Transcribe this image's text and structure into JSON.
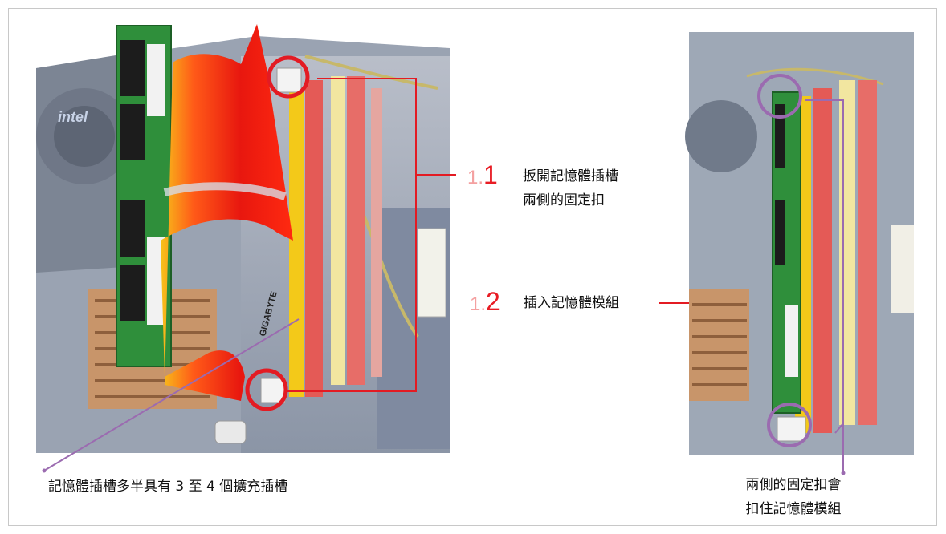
{
  "steps": [
    {
      "major": "1.",
      "minor": "1",
      "line1": "扳開記憶體插槽",
      "line2": "兩側的固定扣"
    },
    {
      "major": "1.",
      "minor": "2",
      "line1": "插入記憶體模組"
    }
  ],
  "callouts": {
    "slots_note": "記憶體插槽多半具有 3 至 4 個擴充插槽",
    "clips_line1": "兩側的固定扣會",
    "clips_line2": "扣住記憶體模組"
  },
  "photo_labels": {
    "cpu_fan_brand": "intel",
    "board_brand": "GIGABYTE"
  },
  "colors": {
    "red_marker": "#e31b23",
    "purple_marker": "#9b6bb0",
    "step_major": "#f4a0a0",
    "step_minor": "#e81c24"
  },
  "icons": [
    "insertion-arrow-icon",
    "clip-circle-icon"
  ]
}
